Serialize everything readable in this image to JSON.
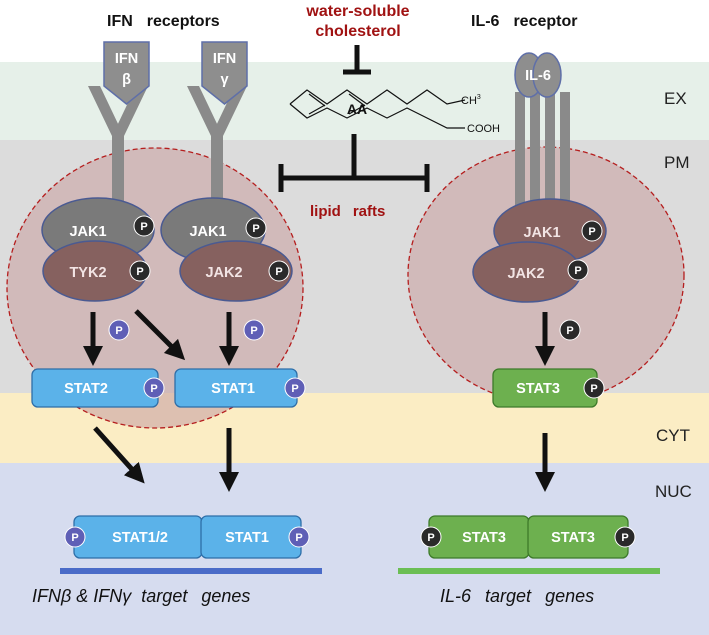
{
  "header": {
    "ifn": "IFN",
    "receptors": "receptors",
    "inhibitor_line1": "water-soluble",
    "inhibitor_line2": "cholesterol",
    "il6": "IL-6",
    "receptor": "receptor"
  },
  "regions": {
    "ex": "EX",
    "pm": "PM",
    "cyt": "CYT",
    "nuc": "NUC"
  },
  "ligands": {
    "ifn_beta_line1": "IFN",
    "ifn_beta_line2": "β",
    "ifn_gamma_line1": "IFN",
    "ifn_gamma_line2": "γ",
    "il6": "IL-6"
  },
  "molecule": {
    "name": "AA",
    "ch3": "CH",
    "ch3_sup": "3",
    "cooh": "COOH"
  },
  "rafts": {
    "word1": "lipid",
    "word2": "rafts"
  },
  "kinases": {
    "jak1": "JAK1",
    "tyk2": "TYK2",
    "jak2": "JAK2"
  },
  "stats": {
    "stat1": "STAT1",
    "stat2": "STAT2",
    "stat3": "STAT3",
    "stat12": "STAT1/2"
  },
  "phospho": "P",
  "genes": {
    "left_ifn_beta": "IFNβ",
    "left_amp": "&",
    "left_ifn_gamma": "IFNγ",
    "left_target": "target",
    "left_genes": "genes",
    "right_il6": "IL-6",
    "right_target": "target",
    "right_genes": "genes"
  },
  "colors": {
    "ex_band": "#e6f0e9",
    "pm_band": "#dcdcdc",
    "cyt_band": "#fbedc4",
    "nuc_band": "#d6dcef",
    "raft_fill": "#c9a5a5",
    "raft_border": "#b51e1e",
    "receptor_gray": "#8a8a8a",
    "jak1_gray": "#7a7a7a",
    "kinase_brown": "#86615f",
    "stat_blue": "#5bb2e9",
    "stat_green": "#6db04f",
    "p_purple": "#5f5fb6",
    "p_dark": "#2a2a2a",
    "gene_bar_blue": "#4a6bc8",
    "gene_bar_green": "#6bbe54",
    "inhibitor_red": "#a01212"
  }
}
